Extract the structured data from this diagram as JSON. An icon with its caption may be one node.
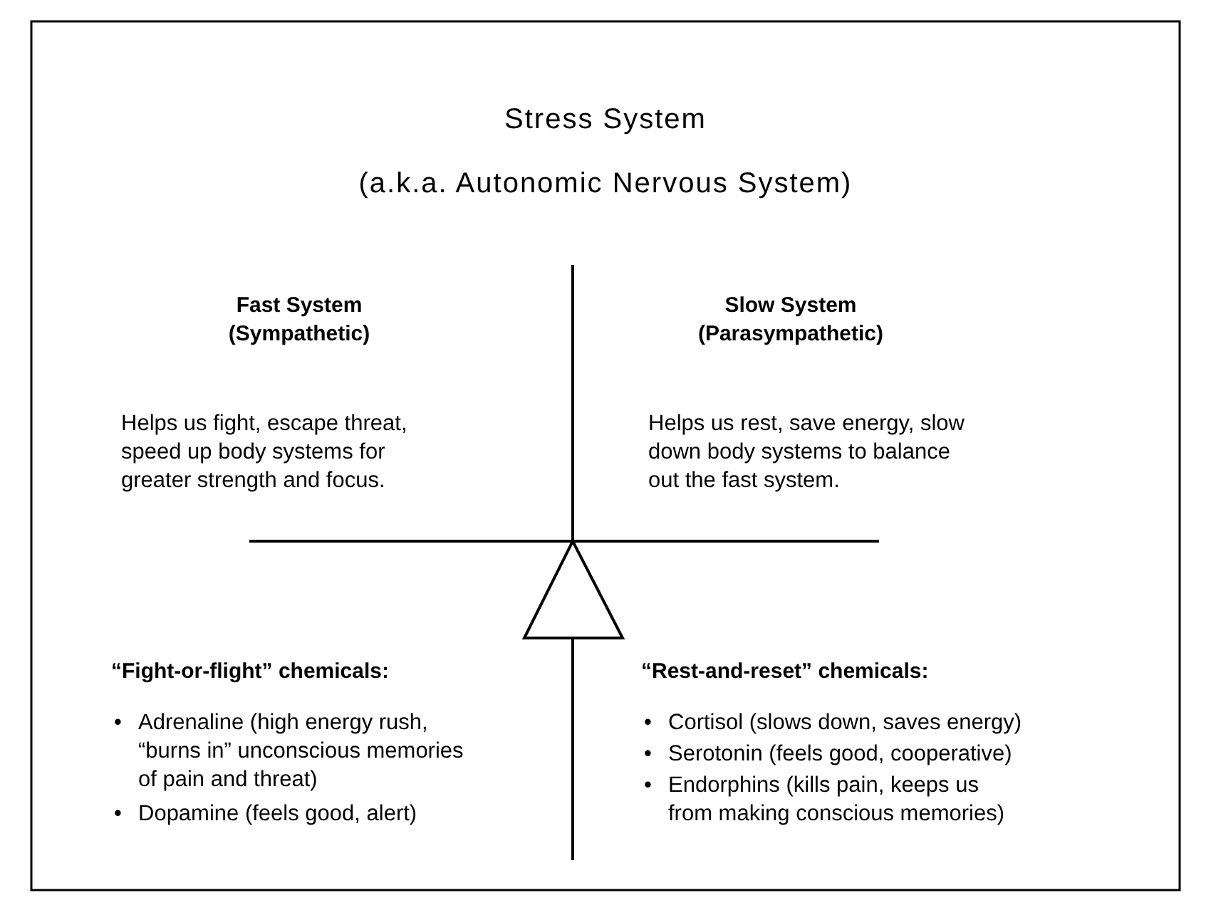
{
  "diagram": {
    "title": "Stress System",
    "labels": [
      "(a.k.a. Autonomic Nervous System)",
      "Fast System (Sympathetic)",
      "Slow System (Parasympathetic)",
      "Helps us fight, escape threat, speed up body systems for greater strength and focus.",
      "Helps us rest, save energy, slow down body systems to balance out the fast system.",
      "“Fight-or-flight” chemicals:",
      "•",
      "Adrenaline (high energy rush, “burns in” unconscious memories of pain and threat)",
      "•",
      "Dopamine (feels good, alert)",
      "“Rest-and-reset” chemicals:",
      "•",
      "Cortisol (slows down, saves energy)",
      "•",
      "Serotonin (feels good, cooperative)",
      "•",
      "Endorphins (kills pain, keeps us from making conscious memories)"
    ]
  }
}
